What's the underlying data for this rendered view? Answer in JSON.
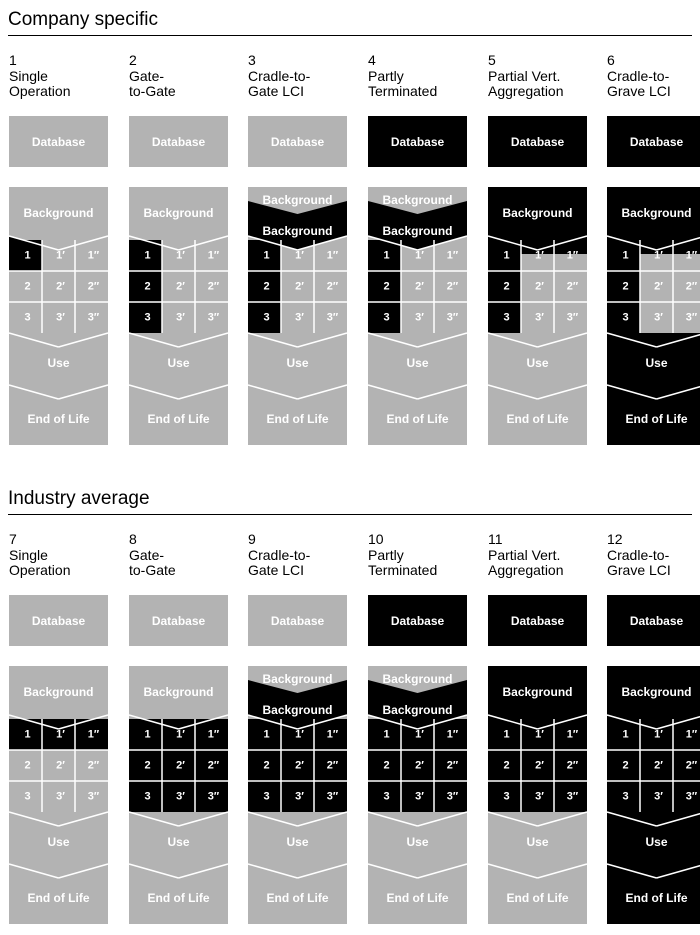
{
  "colors": {
    "dark": "#000000",
    "light": "#b3b3b3",
    "line": "#ffffff"
  },
  "labels": {
    "database": "Database",
    "background": "Background",
    "use": "Use",
    "end_of_life": "End of Life",
    "cells": [
      [
        "1",
        "1′",
        "1″"
      ],
      [
        "2",
        "2′",
        "2″"
      ],
      [
        "3",
        "3′",
        "3″"
      ]
    ]
  },
  "sections": [
    {
      "title": "Company specific",
      "columns": [
        {
          "number": "1",
          "name_lines": [
            "Single",
            "Operation"
          ],
          "db_dark": false,
          "dark_background": false,
          "dark_cells": [
            [
              true,
              false,
              false
            ],
            [
              false,
              false,
              false
            ],
            [
              false,
              false,
              false
            ]
          ],
          "dark_use_eol": false
        },
        {
          "number": "2",
          "name_lines": [
            "Gate-",
            "to-Gate"
          ],
          "db_dark": false,
          "dark_background": false,
          "dark_cells": [
            [
              true,
              false,
              false
            ],
            [
              true,
              false,
              false
            ],
            [
              true,
              false,
              false
            ]
          ],
          "dark_use_eol": false
        },
        {
          "number": "3",
          "name_lines": [
            "Cradle-to-",
            "Gate LCI"
          ],
          "db_dark": false,
          "dark_background": true,
          "dark_cells": [
            [
              true,
              false,
              false
            ],
            [
              true,
              false,
              false
            ],
            [
              true,
              false,
              false
            ]
          ],
          "dark_use_eol": false
        },
        {
          "number": "4",
          "name_lines": [
            "Partly",
            "Terminated"
          ],
          "db_dark": true,
          "dark_background": true,
          "dark_cells": [
            [
              true,
              false,
              false
            ],
            [
              true,
              false,
              false
            ],
            [
              true,
              false,
              false
            ]
          ],
          "dark_use_eol": false
        },
        {
          "number": "5",
          "name_lines": [
            "Partial Vert.",
            "Aggregation"
          ],
          "db_dark": true,
          "dark_background": true,
          "dark_cells": [
            [
              true,
              false,
              false
            ],
            [
              true,
              false,
              false
            ],
            [
              true,
              false,
              false
            ]
          ],
          "dark_use_eol": false
        },
        {
          "number": "6",
          "name_lines": [
            "Cradle-to-",
            "Grave LCI"
          ],
          "db_dark": true,
          "dark_background": true,
          "dark_cells": [
            [
              true,
              false,
              false
            ],
            [
              true,
              false,
              false
            ],
            [
              true,
              false,
              false
            ]
          ],
          "dark_use_eol": true
        }
      ]
    },
    {
      "title": "Industry average",
      "columns": [
        {
          "number": "7",
          "name_lines": [
            "Single",
            "Operation"
          ],
          "db_dark": false,
          "dark_background": false,
          "dark_cells": [
            [
              true,
              true,
              true
            ],
            [
              false,
              false,
              false
            ],
            [
              false,
              false,
              false
            ]
          ],
          "dark_use_eol": false
        },
        {
          "number": "8",
          "name_lines": [
            "Gate-",
            "to-Gate"
          ],
          "db_dark": false,
          "dark_background": false,
          "dark_cells": [
            [
              true,
              true,
              true
            ],
            [
              true,
              true,
              true
            ],
            [
              true,
              true,
              true
            ]
          ],
          "dark_use_eol": false
        },
        {
          "number": "9",
          "name_lines": [
            "Cradle-to-",
            "Gate LCI"
          ],
          "db_dark": false,
          "dark_background": true,
          "dark_cells": [
            [
              true,
              true,
              true
            ],
            [
              true,
              true,
              true
            ],
            [
              true,
              true,
              true
            ]
          ],
          "dark_use_eol": false
        },
        {
          "number": "10",
          "name_lines": [
            "Partly",
            "Terminated"
          ],
          "db_dark": true,
          "dark_background": true,
          "dark_cells": [
            [
              true,
              true,
              true
            ],
            [
              true,
              true,
              true
            ],
            [
              true,
              true,
              true
            ]
          ],
          "dark_use_eol": false
        },
        {
          "number": "11",
          "name_lines": [
            "Partial Vert.",
            "Aggregation"
          ],
          "db_dark": true,
          "dark_background": true,
          "dark_cells": [
            [
              true,
              true,
              true
            ],
            [
              true,
              true,
              true
            ],
            [
              true,
              true,
              true
            ]
          ],
          "dark_use_eol": false
        },
        {
          "number": "12",
          "name_lines": [
            "Cradle-to-",
            "Grave LCI"
          ],
          "db_dark": true,
          "dark_background": true,
          "dark_cells": [
            [
              true,
              true,
              true
            ],
            [
              true,
              true,
              true
            ],
            [
              true,
              true,
              true
            ]
          ],
          "dark_use_eol": true
        }
      ]
    }
  ]
}
